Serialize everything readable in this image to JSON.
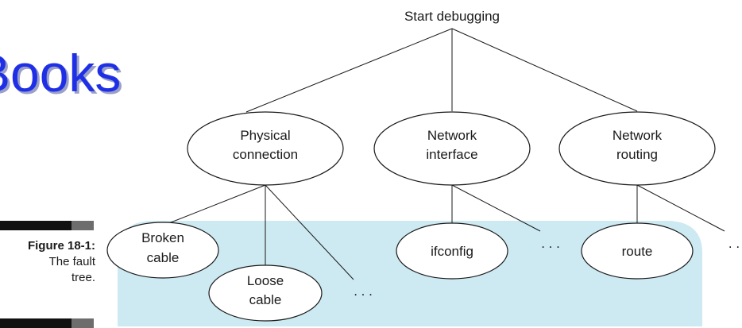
{
  "logo": {
    "text": "Books"
  },
  "caption": {
    "title": "Figure 18-1:",
    "line1": "The fault",
    "line2": "tree."
  },
  "tree": {
    "root": "Start debugging",
    "level1": [
      {
        "line1": "Physical",
        "line2": "connection"
      },
      {
        "line1": "Network",
        "line2": "interface"
      },
      {
        "line1": "Network",
        "line2": "routing"
      }
    ],
    "leaves": {
      "broken": {
        "line1": "Broken",
        "line2": "cable"
      },
      "loose": {
        "line1": "Loose",
        "line2": "cable"
      },
      "ifconfig": "ifconfig",
      "route": "route",
      "ellipsis": ". . .",
      "ellipsis_short": ". ."
    }
  },
  "colors": {
    "panel": "#cde9f2",
    "line": "#1a1a1a",
    "logo": "#1f2fe6",
    "bar_dark": "#111111",
    "bar_gray": "#6d6d6d"
  }
}
